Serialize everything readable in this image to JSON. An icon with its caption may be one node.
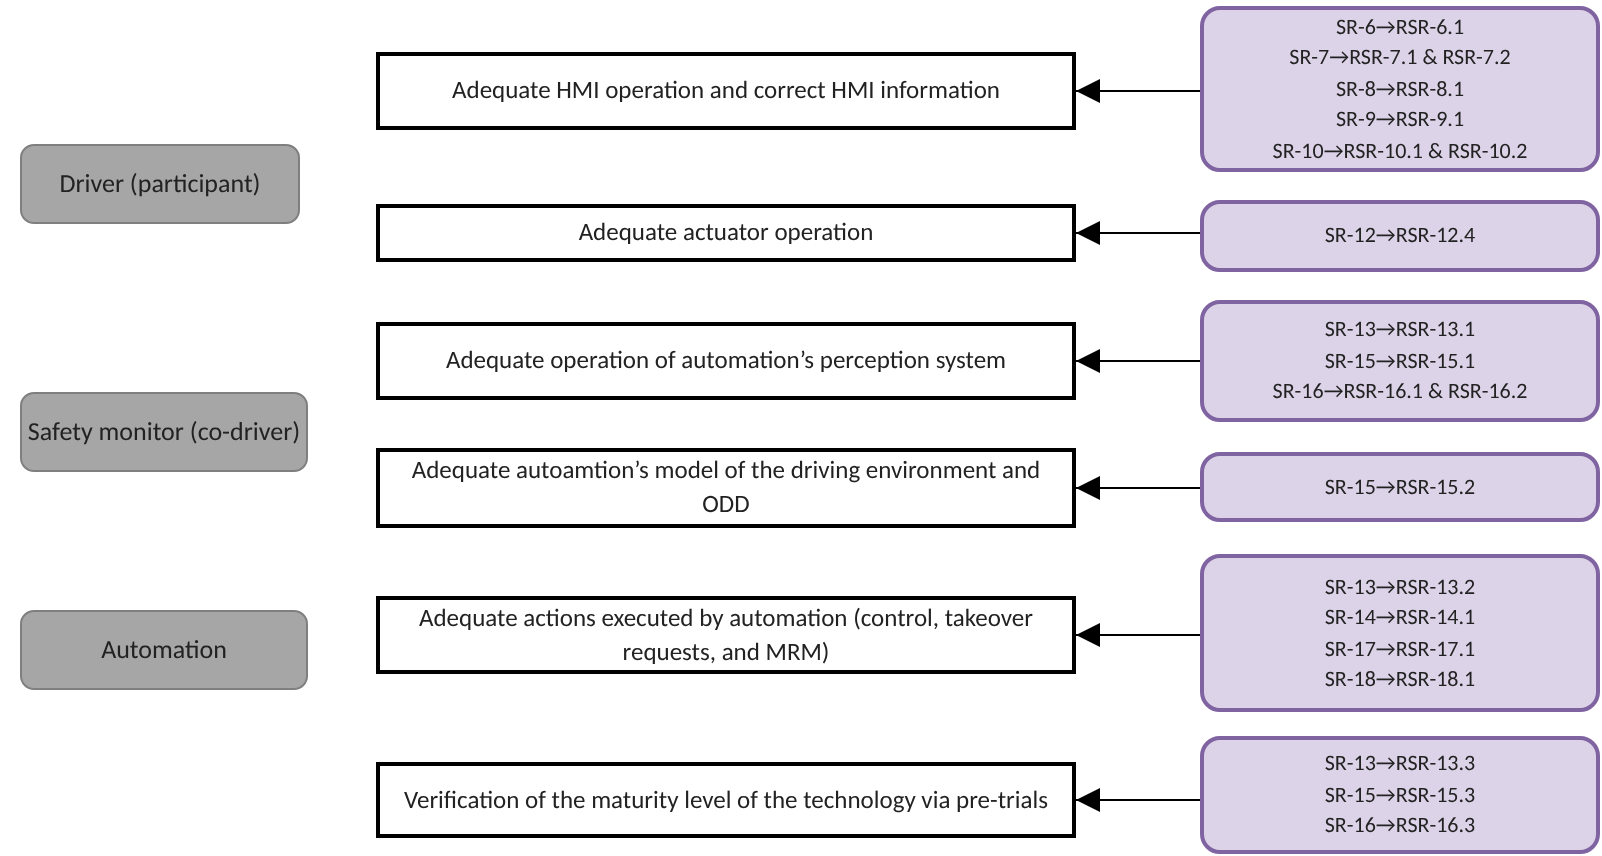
{
  "diagram": {
    "nodes": [
      {
        "text": [
          "Driver (participant)"
        ]
      },
      {
        "text": [
          "Safety monitor (co-driver)"
        ]
      },
      {
        "text": [
          "Automation"
        ]
      },
      {
        "text": [
          "Adequate HMI operation and correct HMI information"
        ]
      },
      {
        "text": [
          "Adequate actuator operation"
        ]
      },
      {
        "text": [
          "Adequate operation of automation’s perception system"
        ]
      },
      {
        "text": [
          "Adequate  autoamtion’s model of the driving environment and ODD"
        ]
      },
      {
        "text": [
          "Adequate actions executed by automation (control, takeover requests, and MRM)"
        ]
      },
      {
        "text": [
          "Verification of the  maturity level of the technology via pre-trials"
        ]
      },
      {
        "text": [
          "SR-6→RSR-6.1",
          "SR-7→RSR-7.1 & RSR-7.2",
          "SR-8→RSR-8.1",
          "SR-9→RSR-9.1",
          "SR-10→RSR-10.1 & RSR-10.2"
        ]
      },
      {
        "text": [
          "SR-12→RSR-12.4"
        ]
      },
      {
        "text": [
          "SR-13→RSR-13.1",
          "SR-15→RSR-15.1",
          "SR-16→RSR-16.1 & RSR-16.2"
        ]
      },
      {
        "text": [
          "SR-15→RSR-15.2"
        ]
      },
      {
        "text": [
          "SR-13→RSR-13.2",
          "SR-14→RSR-14.1",
          "SR-17→RSR-17.1",
          "SR-18→RSR-18.1"
        ]
      },
      {
        "text": [
          "SR-13→RSR-13.3",
          "SR-15→RSR-15.3",
          "SR-16→RSR-16.3"
        ]
      }
    ],
    "edges": [
      {
        "from": 9,
        "to": 3,
        "arrow": "to"
      },
      {
        "from": 10,
        "to": 4,
        "arrow": "to"
      },
      {
        "from": 11,
        "to": 5,
        "arrow": "to"
      },
      {
        "from": 12,
        "to": 6,
        "arrow": "to"
      },
      {
        "from": 13,
        "to": 7,
        "arrow": "to"
      },
      {
        "from": 14,
        "to": 8,
        "arrow": "to"
      }
    ]
  }
}
